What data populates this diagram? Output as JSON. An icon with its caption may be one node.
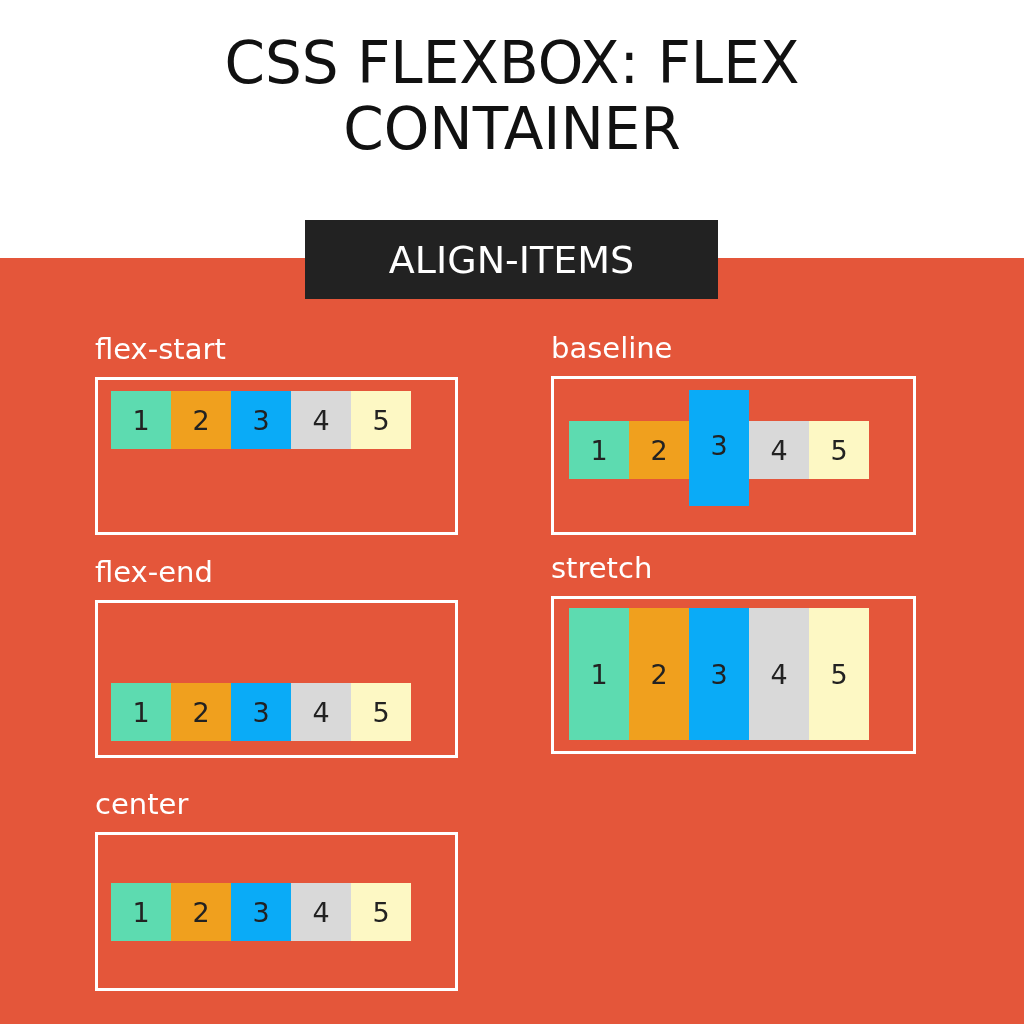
{
  "diagram": {
    "title": "CSS FLEXBOX: FLEX CONTAINER",
    "nodes": [
      {
        "text": [
          "ALIGN-ITEMS"
        ]
      },
      {
        "text": [
          "flex-start"
        ]
      },
      {
        "text": [
          "1"
        ],
        "in": 1
      },
      {
        "text": [
          "2"
        ],
        "in": 1
      },
      {
        "text": [
          "3"
        ],
        "in": 1
      },
      {
        "text": [
          "4"
        ],
        "in": 1
      },
      {
        "text": [
          "5"
        ],
        "in": 1
      },
      {
        "text": [
          "flex-end"
        ]
      },
      {
        "text": [
          "1"
        ],
        "in": 7
      },
      {
        "text": [
          "2"
        ],
        "in": 7
      },
      {
        "text": [
          "3"
        ],
        "in": 7
      },
      {
        "text": [
          "4"
        ],
        "in": 7
      },
      {
        "text": [
          "5"
        ],
        "in": 7
      },
      {
        "text": [
          "center"
        ]
      },
      {
        "text": [
          "1"
        ],
        "in": 13
      },
      {
        "text": [
          "2"
        ],
        "in": 13
      },
      {
        "text": [
          "3"
        ],
        "in": 13
      },
      {
        "text": [
          "4"
        ],
        "in": 13
      },
      {
        "text": [
          "5"
        ],
        "in": 13
      },
      {
        "text": [
          "baseline"
        ]
      },
      {
        "text": [
          "1"
        ],
        "in": 19
      },
      {
        "text": [
          "2"
        ],
        "in": 19
      },
      {
        "text": [
          "3"
        ],
        "in": 19
      },
      {
        "text": [
          "4"
        ],
        "in": 19
      },
      {
        "text": [
          "5"
        ],
        "in": 19
      },
      {
        "text": [
          "stretch"
        ]
      },
      {
        "text": [
          "1"
        ],
        "in": 25
      },
      {
        "text": [
          "2"
        ],
        "in": 25
      },
      {
        "text": [
          "3"
        ],
        "in": 25
      },
      {
        "text": [
          "4"
        ],
        "in": 25
      },
      {
        "text": [
          "5"
        ],
        "in": 25
      }
    ],
    "edges": []
  }
}
